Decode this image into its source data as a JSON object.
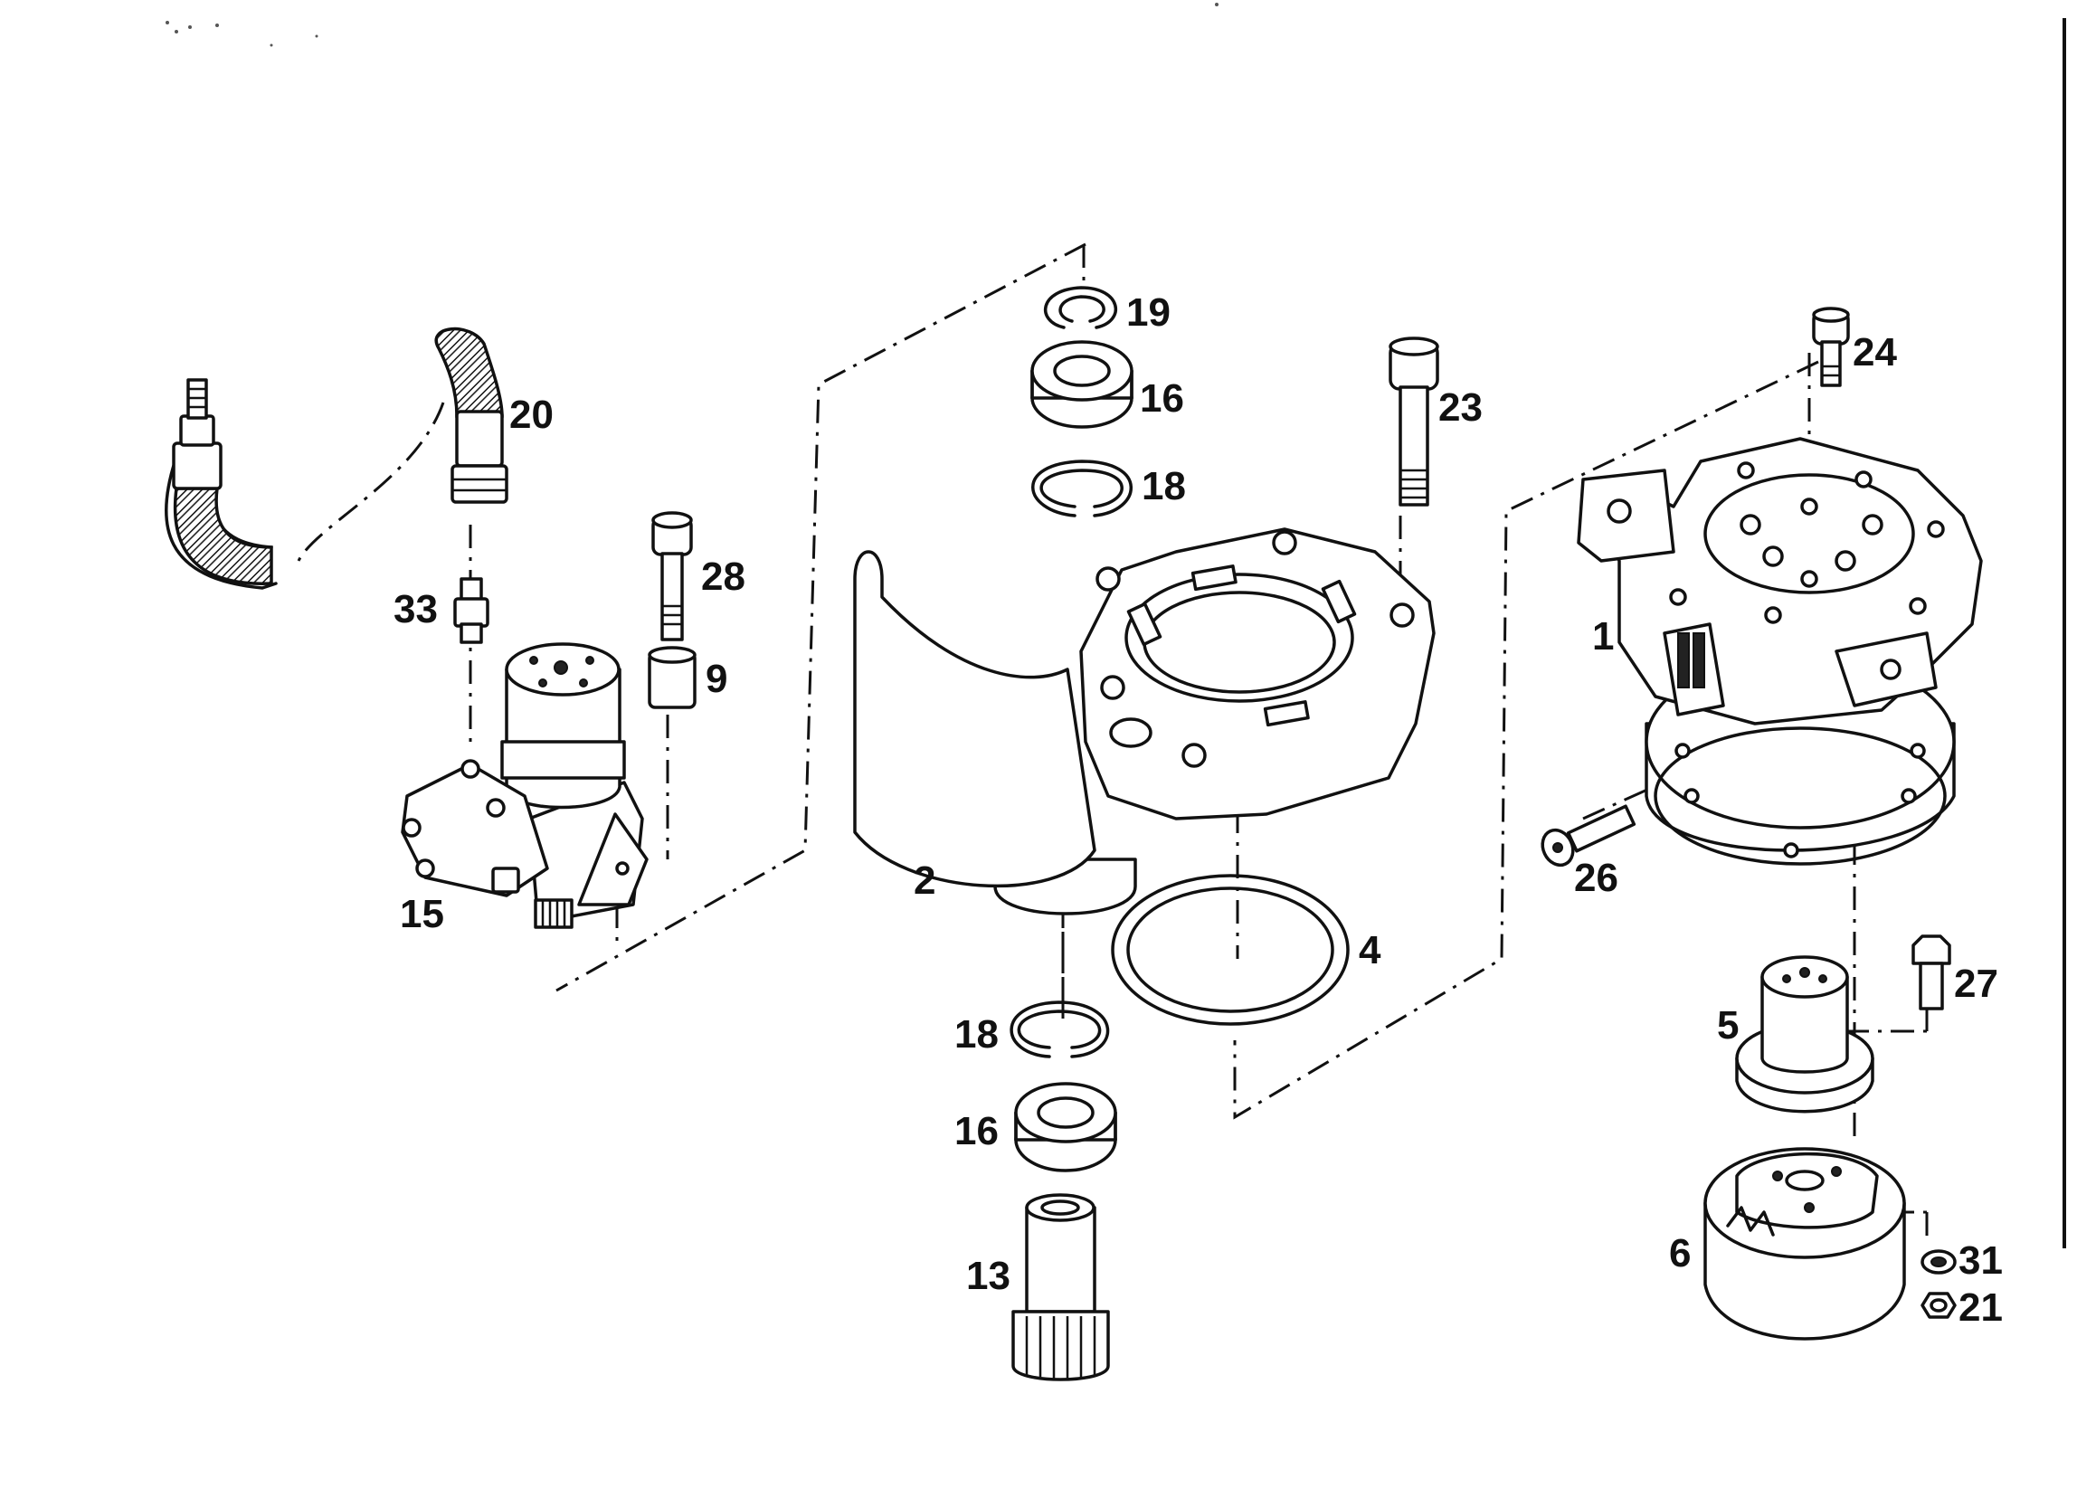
{
  "colors": {
    "ink": "#111111",
    "paper": "#ffffff"
  },
  "labels": {
    "p1": "1",
    "p2": "2",
    "p4": "4",
    "p5": "5",
    "p6": "6",
    "p9": "9",
    "p13": "13",
    "p15": "15",
    "p16_top": "16",
    "p16_bottom": "16",
    "p18_top": "18",
    "p18_bottom": "18",
    "p19": "19",
    "p20": "20",
    "p21": "21",
    "p23": "23",
    "p24": "24",
    "p26": "26",
    "p27": "27",
    "p28": "28",
    "p31": "31",
    "p33": "33"
  }
}
